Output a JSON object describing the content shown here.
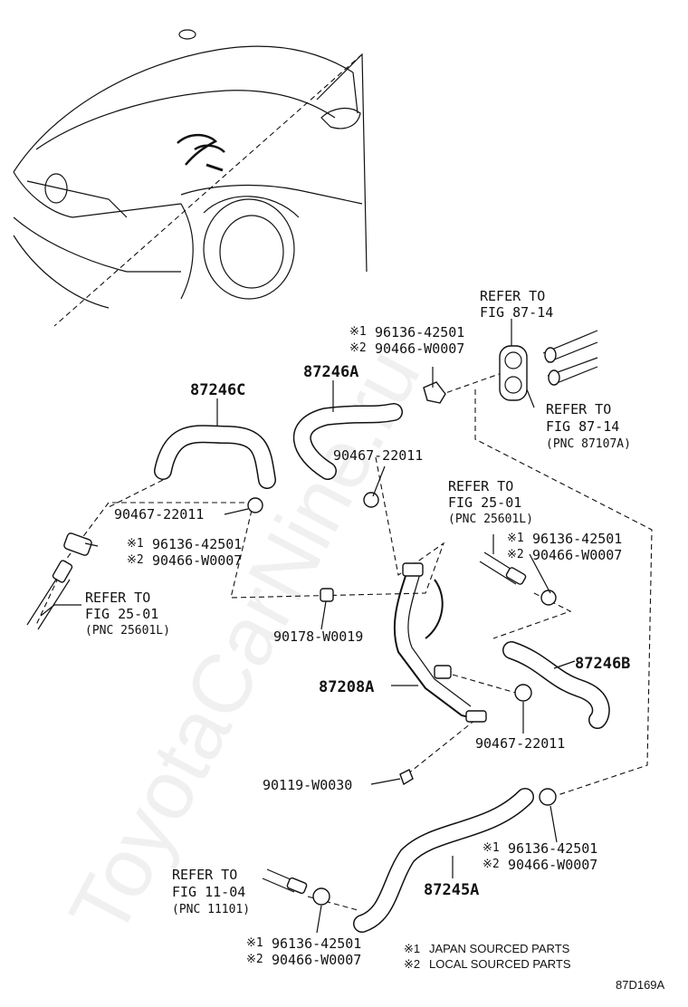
{
  "watermark": "ToyotaCarNine.ru",
  "diagram_code": "87D169A",
  "legend": {
    "mark1": "※1",
    "mark2": "※2",
    "text1": "JAPAN SOURCED PARTS",
    "text2": "LOCAL SOURCED PARTS"
  },
  "refs": {
    "fig87_top": {
      "line1": "REFER TO",
      "line2": "FIG 87-14"
    },
    "fig87_right": {
      "line1": "REFER TO",
      "line2": "FIG 87-14",
      "line3": "(PNC 87107A)"
    },
    "fig25_mid": {
      "line1": "REFER TO",
      "line2": "FIG 25-01",
      "line3": "(PNC 25601L)"
    },
    "fig25_left": {
      "line1": "REFER TO",
      "line2": "FIG 25-01",
      "line3": "(PNC 25601L)"
    },
    "fig11": {
      "line1": "REFER TO",
      "line2": "FIG 11-04",
      "line3": "(PNC 11101)"
    }
  },
  "parts": {
    "hose_87246C": "87246C",
    "hose_87246A": "87246A",
    "hose_87246B": "87246B",
    "hose_87245A": "87245A",
    "pipe_87208A": "87208A",
    "clip_top_a": "96136-42501",
    "clip_top_b": "90466-W0007",
    "clamp_top": "90467-22011",
    "clamp_left": "90467-22011",
    "clip_left_a": "96136-42501",
    "clip_left_b": "90466-W0007",
    "nut": "90178-W0019",
    "clip_mid_a": "96136-42501",
    "clip_mid_b": "90466-W0007",
    "clamp_right": "90467-22011",
    "bolt": "90119-W0030",
    "clip_low_a": "96136-42501",
    "clip_low_b": "90466-W0007",
    "clip_bottom_a": "96136-42501",
    "clip_bottom_b": "90466-W0007"
  }
}
